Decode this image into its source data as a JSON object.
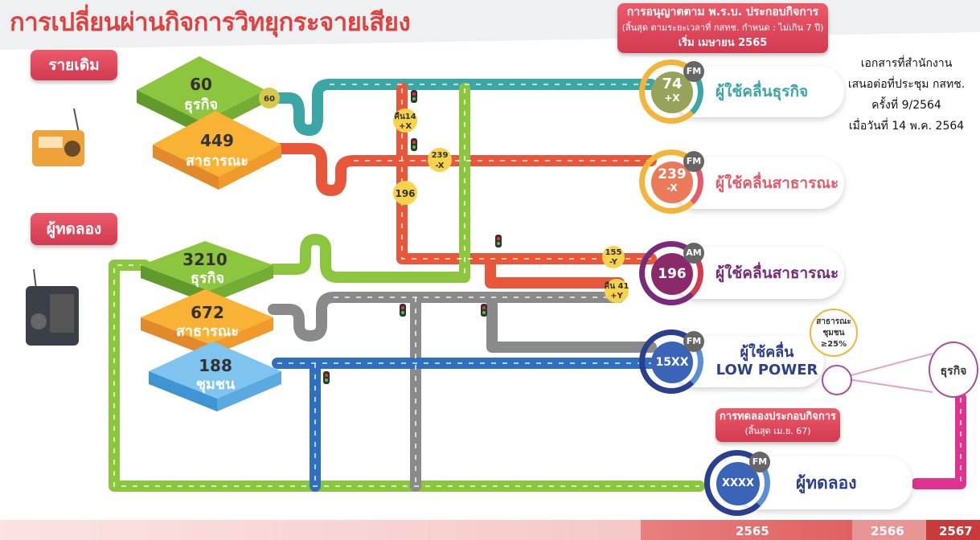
{
  "title": "การเปลี่ยนผ่านกิจการวิทยุกระจายเสียง",
  "license_banner": {
    "line1": "การอนุญาตตาม พ.ร.บ. ประกอบกิจการ",
    "line2": "(สิ้นสุด ตามระยะเวลาที่ กสทช. กำหนด : ไม่เกิน 7 ปี)",
    "line3": "เริ่ม เมษายน 2565"
  },
  "note": [
    "เอกสารที่สำนักงาน",
    "เสนอต่อที่ประชุม กสทช.",
    "ครั้งที่ 9/2564",
    "เมื่อวันที่ 14 พ.ค. 2564"
  ],
  "groups": {
    "existing": "รายเดิม",
    "trial": "ผู้ทดลอง"
  },
  "blocks": [
    {
      "value": "60",
      "label": "ธุรกิจ"
    },
    {
      "value": "449",
      "label": "สาธารณะ"
    },
    {
      "value": "3210",
      "label": "ธุรกิจ"
    },
    {
      "value": "672",
      "label": "สาธารณะ"
    },
    {
      "value": "188",
      "label": "ชุมชน"
    }
  ],
  "badges": {
    "b60": "60",
    "b14a": "คืน14",
    "b14b": "+X",
    "b239a": "239",
    "b239b": "-X",
    "b196": "196",
    "b155a": "155",
    "b155b": "-Y",
    "b41a": "คืน 41",
    "b41b": "+Y"
  },
  "destinations": [
    {
      "band": "FM",
      "num": "74",
      "sub": "+X",
      "label": "ผู้ใช้คลื่นธุรกิจ"
    },
    {
      "band": "FM",
      "num": "239",
      "sub": "-X",
      "label": "ผู้ใช้คลื่นสาธารณะ"
    },
    {
      "band": "AM",
      "num": "196",
      "sub": "",
      "label": "ผู้ใช้คลื่นสาธารณะ"
    },
    {
      "band": "FM",
      "num": "15XX",
      "sub": "",
      "label": "ผู้ใช้คลื่น",
      "label2": "LOW POWER"
    },
    {
      "band": "FM",
      "num": "XXXX",
      "sub": "",
      "label": "ผู้ทดลอง"
    }
  ],
  "lowpower_public": [
    "สาธารณะ",
    "ชุมชน",
    "≥25%"
  ],
  "lowpower_business": "ธุรกิจ",
  "trial_banner": {
    "line1": "การทดลองประกอบกิจการ",
    "line2": "(สิ้นสุด เม.ย. 67)"
  },
  "years": [
    "2565",
    "2566",
    "2567"
  ]
}
